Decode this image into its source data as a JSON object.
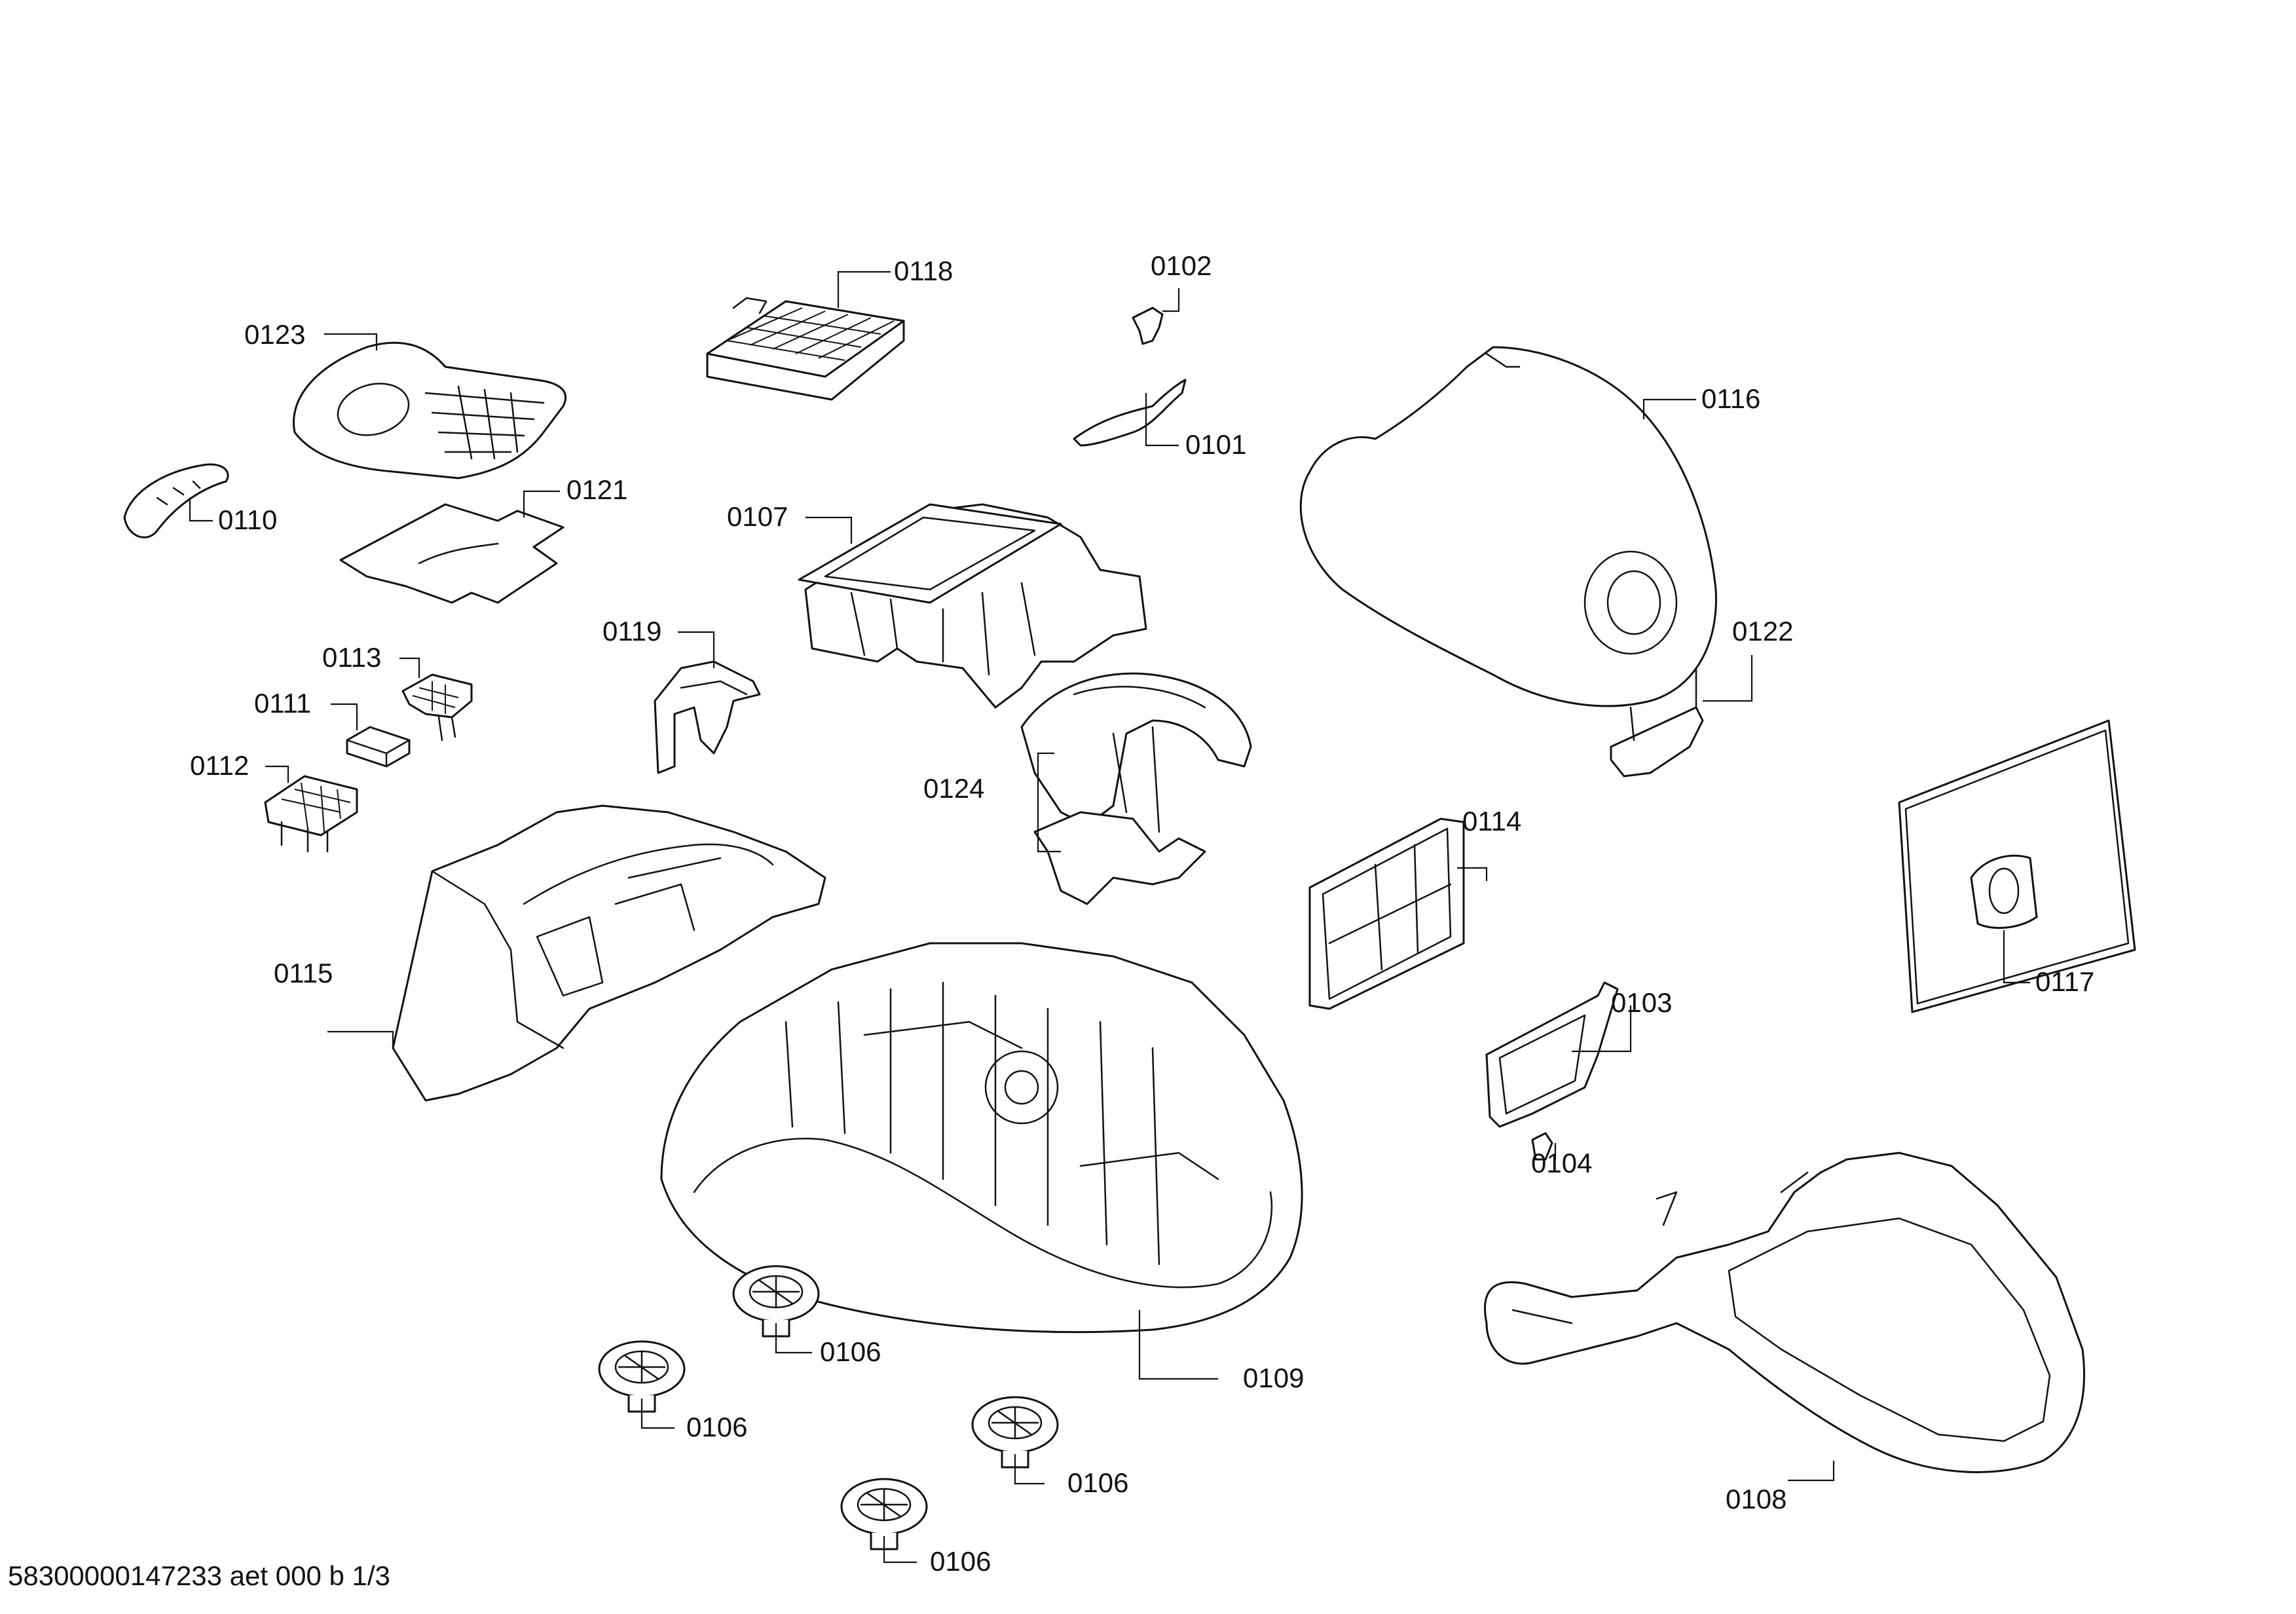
{
  "parts": {
    "p0101": "0101",
    "p0102": "0102",
    "p0103": "0103",
    "p0104": "0104",
    "p0106a": "0106",
    "p0106b": "0106",
    "p0106c": "0106",
    "p0106d": "0106",
    "p0107": "0107",
    "p0108": "0108",
    "p0109": "0109",
    "p0110": "0110",
    "p0111": "0111",
    "p0112": "0112",
    "p0113": "0113",
    "p0114": "0114",
    "p0115": "0115",
    "p0116": "0116",
    "p0117": "0117",
    "p0118": "0118",
    "p0119": "0119",
    "p0121": "0121",
    "p0122": "0122",
    "p0123": "0123",
    "p0124": "0124"
  },
  "footer": "58300000147233 aet 000 b 1/3"
}
